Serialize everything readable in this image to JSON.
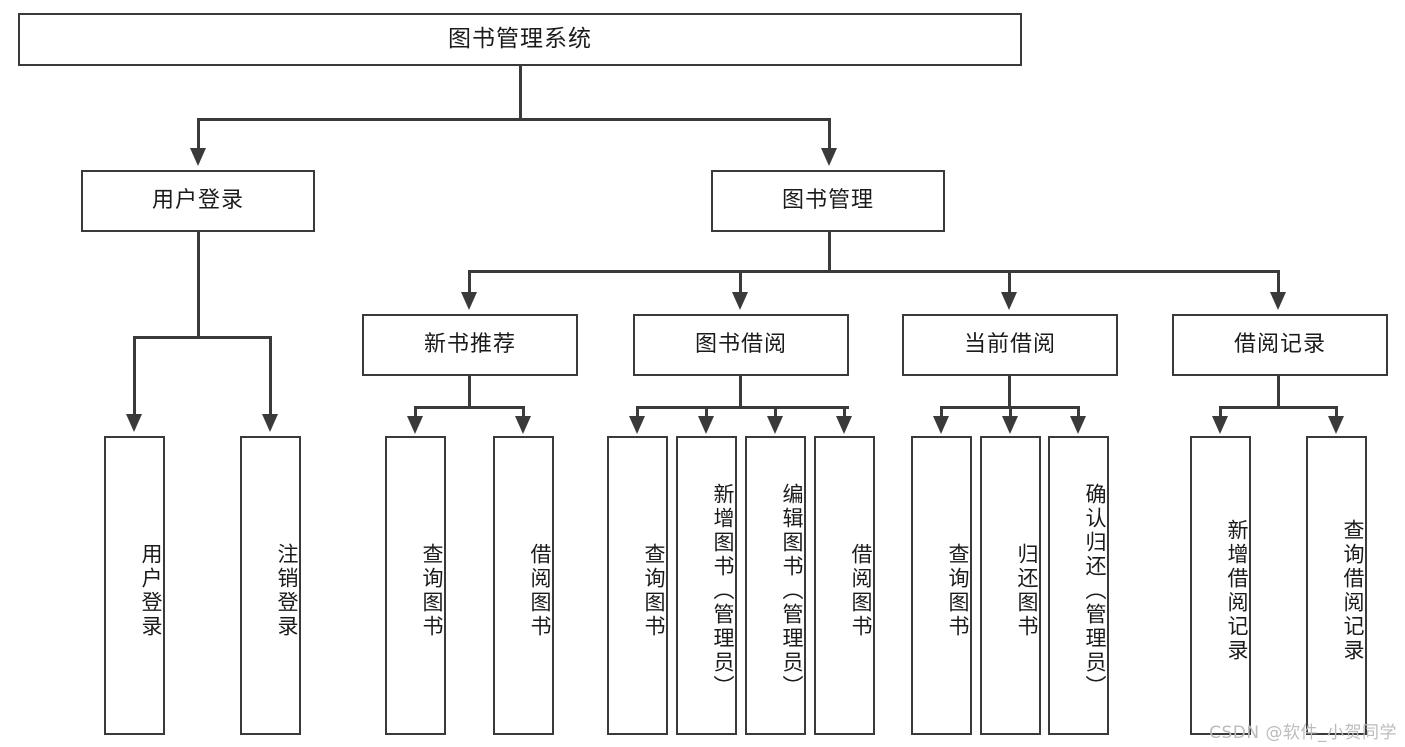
{
  "diagram": {
    "title": "图书管理系统",
    "type": "tree",
    "watermark": "CSDN @软件_小贺同学",
    "colors": {
      "stroke": "#3a3a3a",
      "fill": "#ffffff",
      "text": "#1b1b1b",
      "watermark": "#bcbcbc"
    },
    "levels": {
      "root": {
        "label": "图书管理系统"
      },
      "level2": [
        {
          "label": "用户登录"
        },
        {
          "label": "图书管理"
        }
      ],
      "level3": [
        {
          "label": "新书推荐"
        },
        {
          "label": "图书借阅"
        },
        {
          "label": "当前借阅"
        },
        {
          "label": "借阅记录"
        }
      ],
      "leaves": {
        "user_login": [
          {
            "label": "用户登录"
          },
          {
            "label": "注销登录"
          }
        ],
        "new_book_recommend": [
          {
            "label": "查询图书"
          },
          {
            "label": "借阅图书"
          }
        ],
        "book_borrow": [
          {
            "label": "查询图书"
          },
          {
            "label": "新增图书（管理员）"
          },
          {
            "label": "编辑图书（管理员）"
          },
          {
            "label": "借阅图书"
          }
        ],
        "current_borrow": [
          {
            "label": "查询图书"
          },
          {
            "label": "归还图书"
          },
          {
            "label": "确认归还（管理员）"
          }
        ],
        "borrow_record": [
          {
            "label": "新增借阅记录"
          },
          {
            "label": "查询借阅记录"
          }
        ]
      }
    }
  }
}
